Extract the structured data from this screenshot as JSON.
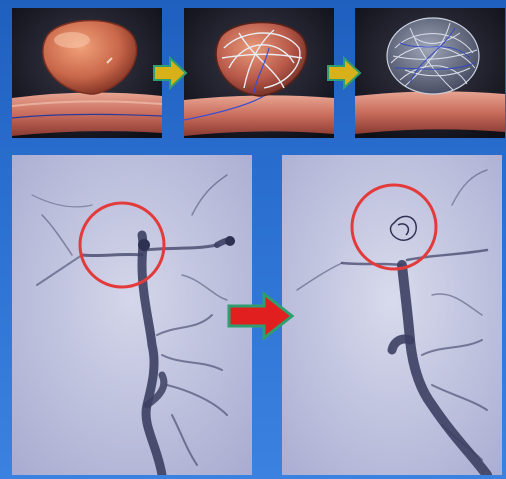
{
  "figure": {
    "background_color": "#2a6fd0",
    "top_steps": [
      {
        "step": "aneurysm",
        "description_icon": "aneurysm-balloon"
      },
      {
        "step": "coil-deployment",
        "description_icon": "coil-in-aneurysm"
      },
      {
        "step": "coil-filled",
        "description_icon": "packed-coil"
      }
    ],
    "arrow_colors": {
      "top": "#d7b01a",
      "bottom": "#e11f1f",
      "outline": "#2e9e6e"
    },
    "angiograms": [
      {
        "state": "before"
      },
      {
        "state": "after"
      }
    ],
    "highlight_circle_color": "#e33b3b"
  }
}
